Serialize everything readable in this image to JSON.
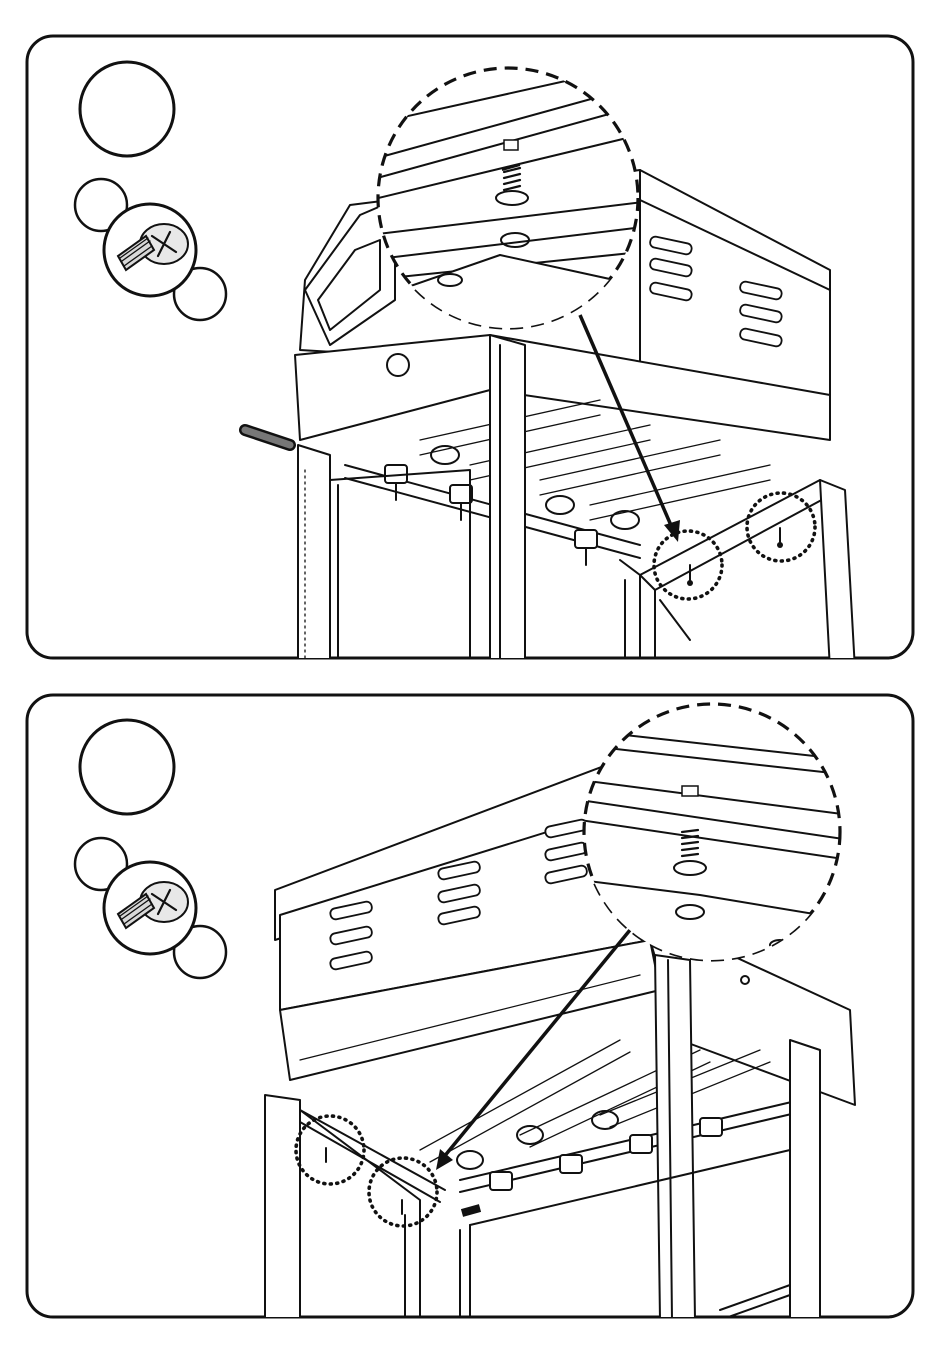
{
  "document": {
    "type": "assembly-instructions",
    "colors": {
      "line": "#111111",
      "background": "#ffffff"
    }
  },
  "steps": [
    {
      "step_number": "",
      "parts_icon": "phillips-screw-icon",
      "parts_quantity": "",
      "parts_ref": "",
      "detail": "screw-under-firebox-zoom",
      "callouts": 2
    },
    {
      "step_number": "",
      "parts_icon": "phillips-screw-icon",
      "parts_quantity": "",
      "parts_ref": "",
      "detail": "screw-under-firebox-zoom",
      "callouts": 2
    }
  ]
}
